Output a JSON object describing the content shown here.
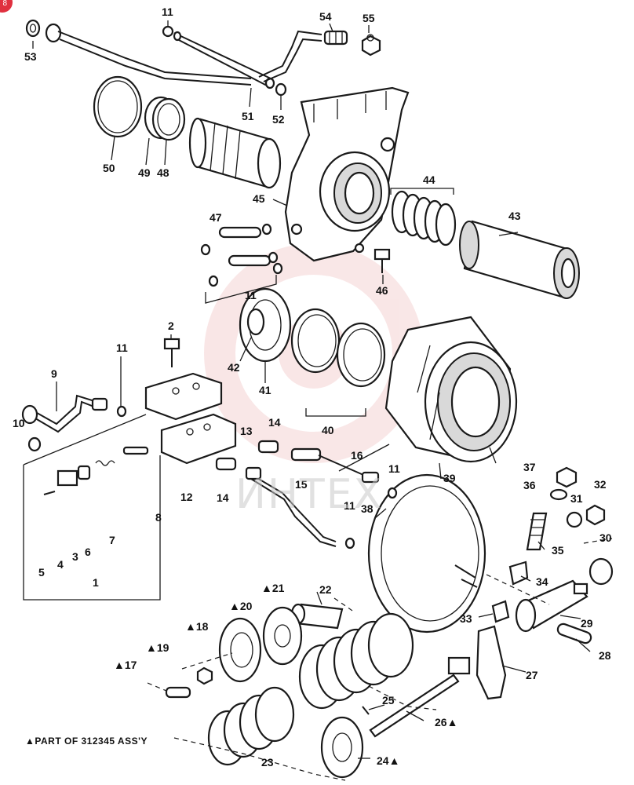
{
  "badge": "8",
  "watermark_text": "ИНТЕХ",
  "footnote": "▲PART OF 312345 ASS'Y",
  "colors": {
    "ink": "#1a1a1a",
    "watermark": "#e8a0a0",
    "badge": "#e0303f"
  },
  "labels": [
    {
      "id": "53",
      "text": "53"
    },
    {
      "id": "11a",
      "text": "11"
    },
    {
      "id": "54",
      "text": "54"
    },
    {
      "id": "55",
      "text": "55"
    },
    {
      "id": "51",
      "text": "51"
    },
    {
      "id": "52",
      "text": "52"
    },
    {
      "id": "50",
      "text": "50"
    },
    {
      "id": "49",
      "text": "49"
    },
    {
      "id": "48",
      "text": "48"
    },
    {
      "id": "45",
      "text": "45"
    },
    {
      "id": "44",
      "text": "44"
    },
    {
      "id": "43",
      "text": "43"
    },
    {
      "id": "47",
      "text": "47"
    },
    {
      "id": "46",
      "text": "46"
    },
    {
      "id": "11b",
      "text": "11"
    },
    {
      "id": "42",
      "text": "42"
    },
    {
      "id": "41",
      "text": "41"
    },
    {
      "id": "40",
      "text": "40"
    },
    {
      "id": "2",
      "text": "2"
    },
    {
      "id": "11c",
      "text": "11"
    },
    {
      "id": "9",
      "text": "9"
    },
    {
      "id": "10",
      "text": "10"
    },
    {
      "id": "13",
      "text": "13"
    },
    {
      "id": "14a",
      "text": "14"
    },
    {
      "id": "16",
      "text": "16"
    },
    {
      "id": "11d",
      "text": "11"
    },
    {
      "id": "12",
      "text": "12"
    },
    {
      "id": "14b",
      "text": "14"
    },
    {
      "id": "15",
      "text": "15"
    },
    {
      "id": "11e",
      "text": "11"
    },
    {
      "id": "38",
      "text": "38"
    },
    {
      "id": "39",
      "text": "39"
    },
    {
      "id": "37",
      "text": "37"
    },
    {
      "id": "36",
      "text": "36"
    },
    {
      "id": "32",
      "text": "32"
    },
    {
      "id": "31",
      "text": "31"
    },
    {
      "id": "30",
      "text": "30"
    },
    {
      "id": "35",
      "text": "35"
    },
    {
      "id": "34",
      "text": "34"
    },
    {
      "id": "8",
      "text": "8"
    },
    {
      "id": "5",
      "text": "5"
    },
    {
      "id": "4",
      "text": "4"
    },
    {
      "id": "3",
      "text": "3"
    },
    {
      "id": "6",
      "text": "6"
    },
    {
      "id": "7",
      "text": "7"
    },
    {
      "id": "1",
      "text": "1"
    },
    {
      "id": "21",
      "text": "▲21"
    },
    {
      "id": "22",
      "text": "22"
    },
    {
      "id": "20",
      "text": "▲20"
    },
    {
      "id": "18",
      "text": "▲18"
    },
    {
      "id": "33",
      "text": "33"
    },
    {
      "id": "29",
      "text": "29"
    },
    {
      "id": "19",
      "text": "▲19"
    },
    {
      "id": "17",
      "text": "▲17"
    },
    {
      "id": "28",
      "text": "28"
    },
    {
      "id": "27",
      "text": "27"
    },
    {
      "id": "25",
      "text": "25"
    },
    {
      "id": "26",
      "text": "26▲"
    },
    {
      "id": "23",
      "text": "23"
    },
    {
      "id": "24",
      "text": "24▲"
    }
  ]
}
